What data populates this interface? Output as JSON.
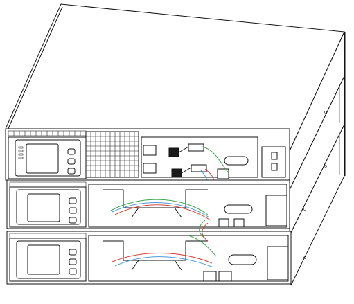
{
  "title": "",
  "units": [
    {
      "id": "top-ups-unit"
    },
    {
      "id": "middle-battery-pack"
    },
    {
      "id": "bottom-battery-pack"
    }
  ],
  "colors": {
    "line": "#111111",
    "wire_green": "#3aa64a",
    "wire_red": "#d8433a",
    "wire_blue": "#4a9ad8"
  }
}
